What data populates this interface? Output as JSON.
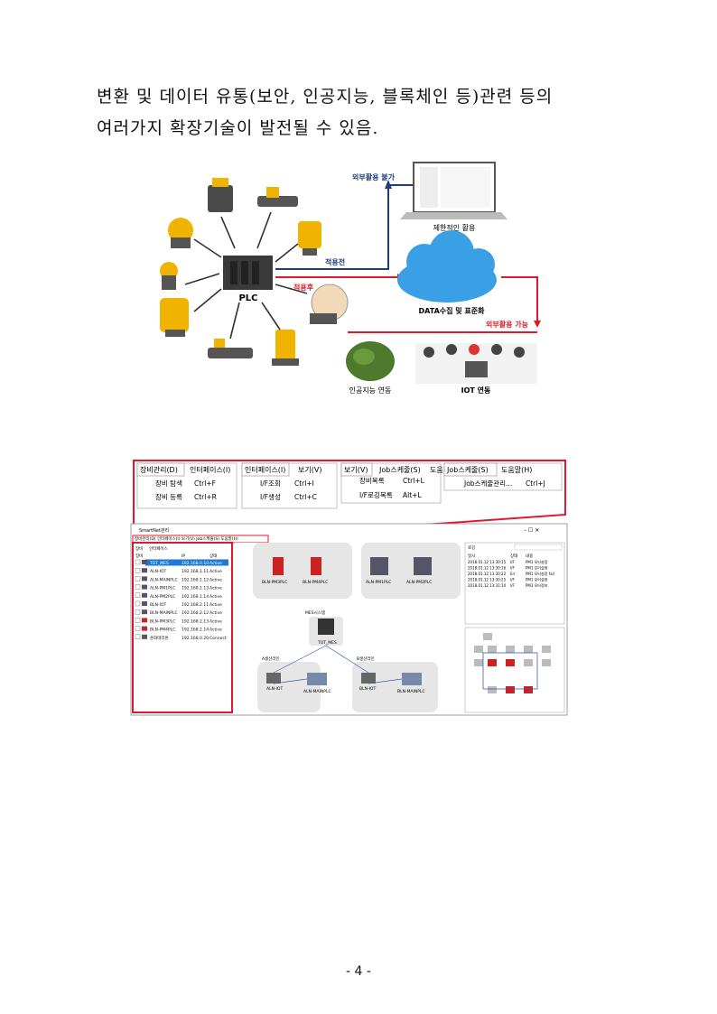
{
  "paragraph": {
    "line1": "변환 및 데이터 유통(보안, 인공지능, 블록체인 등)관련 등의",
    "line2": "여러가지 확장기술이 발전될 수 있음."
  },
  "figure1": {
    "center_label": "PLC",
    "before_label": "적용전",
    "after_label": "적용후",
    "outside_no": "외부활용 불가",
    "limited": "제한적인 활용",
    "data_collect": "DATA수집 및 표준화",
    "outside_yes": "외부활용 가능",
    "ai": "인공지능 연동",
    "iot": "IOT 연동"
  },
  "menus": {
    "m1_title": "장비관리(D)",
    "m1_next": "인터페이스(I)",
    "m1_item1": "장비 탐색",
    "m1_key1": "Ctrl+F",
    "m1_item2": "장비 등록",
    "m1_key2": "Ctrl+R",
    "m2_title": "인터페이스(I)",
    "m2_next": "보기(V)",
    "m2_item1": "I/F조회",
    "m2_key1": "Ctrl+I",
    "m2_item2": "I/F생성",
    "m2_key2": "Ctrl+C",
    "m3_title": "보기(V)",
    "m3_next": "Job스케줄(S)",
    "m3_next2": "도움",
    "m3_item1": "장비목록",
    "m3_key1": "Ctrl+L",
    "m3_item2": "I/F로깅목록",
    "m3_key2": "Alt+L",
    "m4_title": "Job스케줄(S)",
    "m4_next": "도움말(H)",
    "m4_item1": "Job스케줄관리...",
    "m4_key1": "Ctrl+J"
  },
  "app": {
    "title": "SmartNet관리",
    "menubar": "장비관리(D)   인터페이스(I)   보기(V)   Job스케줄(S)   도움말(H)",
    "tab1": "장비",
    "tab2": "인터페이스",
    "col_name": "장비",
    "col_ip": "IP",
    "col_state": "상태",
    "devices": [
      {
        "name": "TOT_MES",
        "ip": "192.168.0.10",
        "state": "Active"
      },
      {
        "name": "ALN-IOT",
        "ip": "192.168.1.11",
        "state": "Active"
      },
      {
        "name": "ALN-MAINPLC",
        "ip": "192.168.1.12",
        "state": "Active"
      },
      {
        "name": "ALN-PM1PLC",
        "ip": "192.168.1.13",
        "state": "Active"
      },
      {
        "name": "ALN-PM2PLC",
        "ip": "192.168.1.14",
        "state": "Active"
      },
      {
        "name": "BLN-IOT",
        "ip": "192.168.2.11",
        "state": "Active"
      },
      {
        "name": "BLN-MAINPLC",
        "ip": "192.168.2.12",
        "state": "Active"
      },
      {
        "name": "BLN-PM3PLC",
        "ip": "192.168.2.13",
        "state": "Active"
      },
      {
        "name": "BLN-PM4PLC",
        "ip": "192.168.2.14",
        "state": "Active"
      },
      {
        "name": "온화테리온",
        "ip": "192.168.0.20",
        "state": "Connect"
      }
    ],
    "canvas": {
      "n1": "BLN-PM3PLC",
      "n2": "BLN-PM4PLC",
      "n3": "ALN-PM1PLC",
      "n4": "ALN-PM2PLC",
      "mes_group": "MES시스템",
      "mes": "TOT_MES",
      "a_line": "A생산라인",
      "a_iot": "ALN-IOT",
      "a_main": "ALN-MAINPLC",
      "b_line": "B생산라인",
      "b_iot": "BLN-IOT",
      "b_main": "BLN-MAINPLC"
    },
    "log_label": "로깅",
    "log_headers": [
      "일시",
      "상태",
      "내용"
    ],
    "logs": [
      {
        "time": "2018.01.12 13:30:15",
        "state": "I/F",
        "msg": "PM1 모터설정"
      },
      {
        "time": "2018.01.12 13:30:16",
        "state": "I/F",
        "msg": "PM1 모터설정"
      },
      {
        "time": "2018.01.12 13:30:22",
        "state": "Err",
        "msg": "PM1 모터설정 fail"
      },
      {
        "time": "2018.01.12 13:30:25",
        "state": "I/F",
        "msg": "PM1 모터설정"
      },
      {
        "time": "2018.01.12 13:31:10",
        "state": "I/F",
        "msg": "PM3 모터정보"
      }
    ]
  },
  "page": {
    "number": "- 4 -"
  },
  "colors": {
    "highlight": "#e0182d",
    "arrow_blue": "#1e3c78",
    "cloud": "#3aa0e6"
  }
}
